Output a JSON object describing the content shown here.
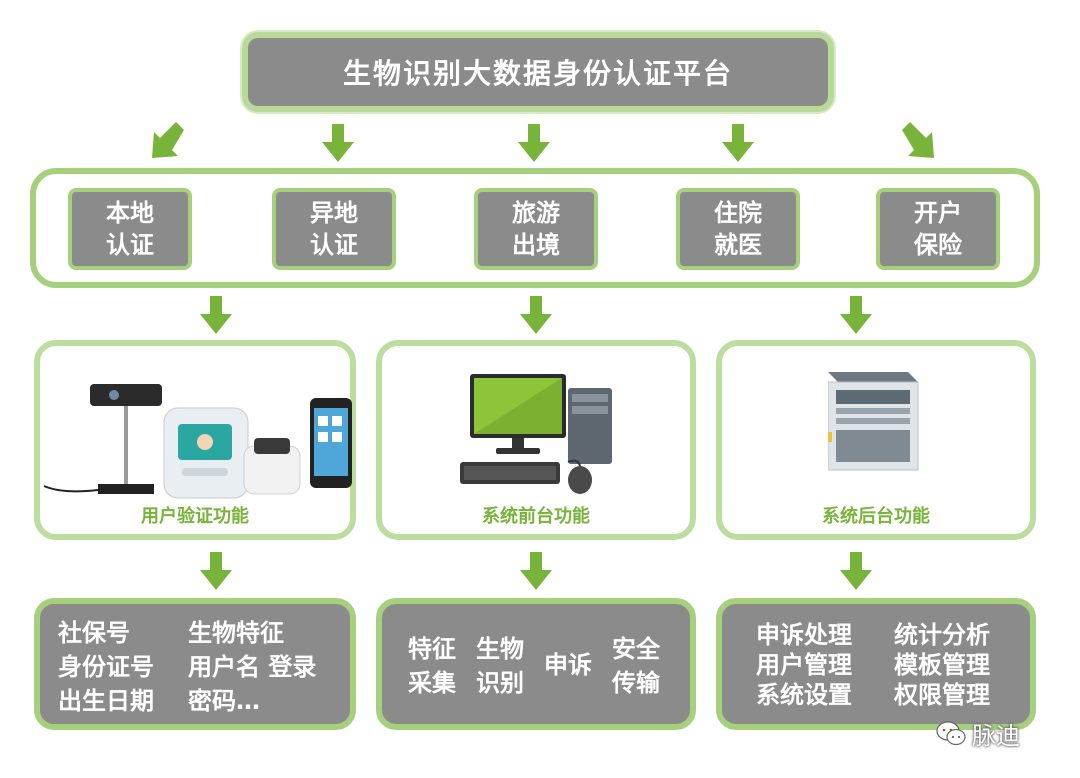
{
  "title": "生物识别大数据身份认证平台",
  "scenarios": [
    {
      "line1": "本地",
      "line2": "认证"
    },
    {
      "line1": "异地",
      "line2": "认证"
    },
    {
      "line1": "旅游",
      "line2": "出境"
    },
    {
      "line1": "住院",
      "line2": "就医"
    },
    {
      "line1": "开户",
      "line2": "保险"
    }
  ],
  "panels": [
    {
      "label": "用户验证功能"
    },
    {
      "label": "系统前台功能"
    },
    {
      "label": "系统后台功能"
    }
  ],
  "details": {
    "left": [
      "社保号",
      "生物特征",
      "身份证号",
      "用户名 登录",
      "出生日期",
      "密码…"
    ],
    "middle": [
      "特征",
      "采集",
      "生物",
      "识别",
      "申诉",
      "安全",
      "传输"
    ],
    "right": [
      "申诉处理",
      "统计分析",
      "用户管理",
      "模板管理",
      "系统设置",
      "权限管理"
    ]
  },
  "watermark": "脉迪",
  "colors": {
    "accent_green": "#78b33a",
    "box_gray": "#8b8b8b",
    "frame_green": "#a7d07c"
  }
}
